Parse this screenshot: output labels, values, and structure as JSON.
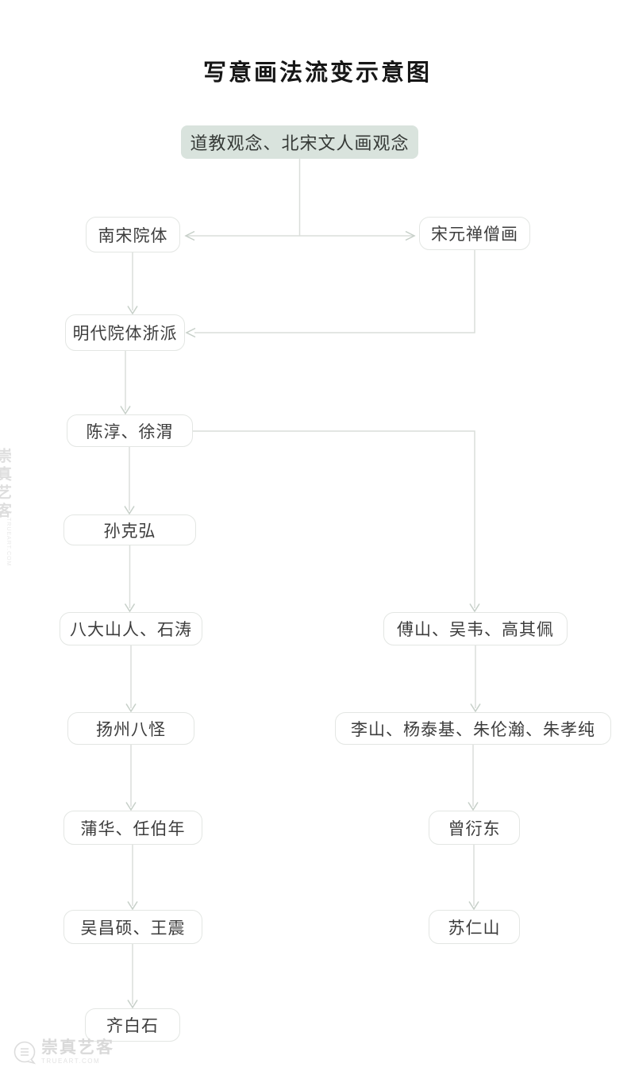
{
  "title": "写意画法流变示意图",
  "diagram": {
    "nodes": {
      "concept": "道教观念、北宋文人画观念",
      "nansong": "南宋院体",
      "songyuan": "宋元禅僧画",
      "mingdai": "明代院体浙派",
      "chenchun": "陈淳、徐渭",
      "sunkehong": "孙克弘",
      "bada": "八大山人、石涛",
      "fushan": "傅山、吴韦、高其佩",
      "yangzhou": "扬州八怪",
      "lishan": "李山、杨泰基、朱伦瀚、朱孝纯",
      "puhua": "蒲华、任伯年",
      "zengyandong": "曾衍东",
      "wuchangshuo": "吴昌硕、王震",
      "surenshan": "苏仁山",
      "qibaishi": "齐白石"
    },
    "edges": [
      {
        "from": "concept",
        "to": "nansong"
      },
      {
        "from": "concept",
        "to": "songyuan"
      },
      {
        "from": "nansong",
        "to": "mingdai"
      },
      {
        "from": "songyuan",
        "to": "mingdai"
      },
      {
        "from": "mingdai",
        "to": "chenchun"
      },
      {
        "from": "chenchun",
        "to": "sunkehong"
      },
      {
        "from": "chenchun",
        "to": "fushan"
      },
      {
        "from": "sunkehong",
        "to": "bada"
      },
      {
        "from": "bada",
        "to": "yangzhou"
      },
      {
        "from": "yangzhou",
        "to": "puhua"
      },
      {
        "from": "puhua",
        "to": "wuchangshuo"
      },
      {
        "from": "wuchangshuo",
        "to": "qibaishi"
      },
      {
        "from": "fushan",
        "to": "lishan"
      },
      {
        "from": "lishan",
        "to": "zengyandong"
      },
      {
        "from": "zengyandong",
        "to": "surenshan"
      }
    ]
  },
  "watermark": {
    "cn": "崇真艺客",
    "en": "TRUEART.COM"
  },
  "colors": {
    "background": "#ffffff",
    "title_text": "#171717",
    "concept_node_bg": "#d9e3dd",
    "node_bg": "#ffffff",
    "node_border": "#e3e6e3",
    "node_text": "#3d3d3d",
    "connector_line": "#dadeda",
    "arrowhead": "#c6cfc8",
    "watermark": "#d9d9d9"
  }
}
